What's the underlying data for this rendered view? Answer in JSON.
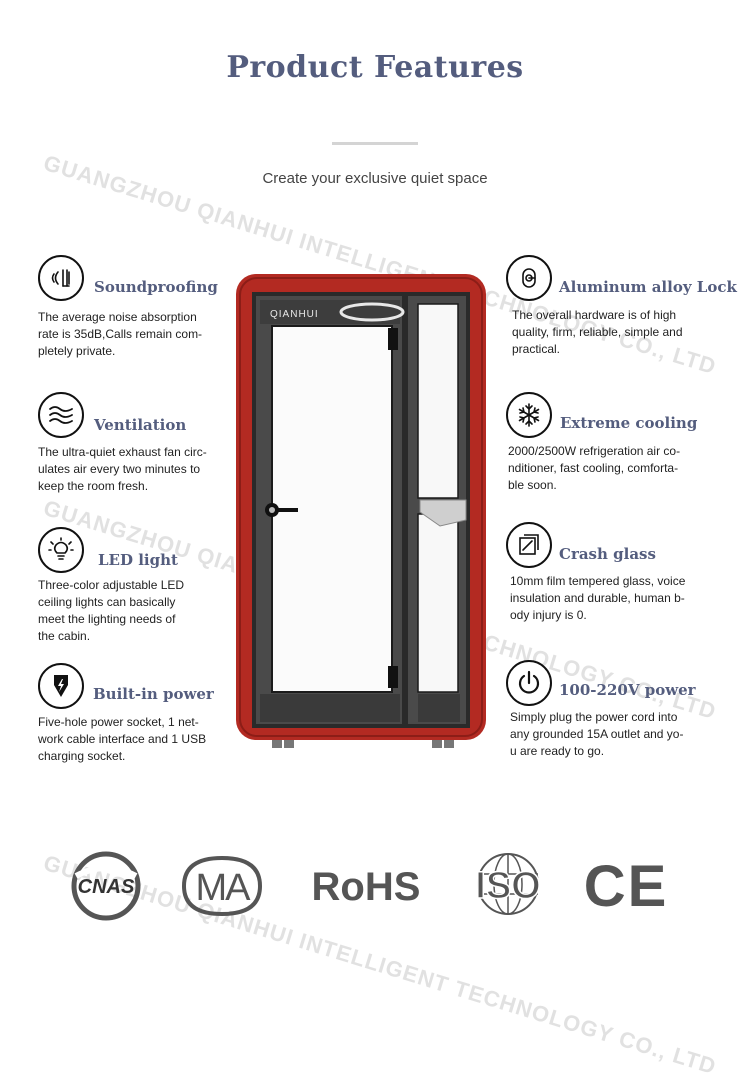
{
  "header": {
    "title": "Product Features",
    "subtitle": "Create your exclusive quiet space"
  },
  "features_left": [
    {
      "name": "Soundproofing",
      "icon": "soundproofing-icon",
      "desc": "The average noise absorption\nrate is 35dB,Calls remain com-\npletely private."
    },
    {
      "name": "Ventilation",
      "icon": "ventilation-icon",
      "desc": "The ultra-quiet exhaust fan circ-\nulates air every two minutes to\nkeep the room fresh."
    },
    {
      "name": "LED light",
      "icon": "led-light-icon",
      "desc": "Three-color adjustable LED\nceiling lights can basically\nmeet the lighting needs of\n the cabin."
    },
    {
      "name": "Built-in power",
      "icon": "power-plug-icon",
      "desc": "Five-hole power socket, 1 net-\nwork cable interface and 1 USB\ncharging socket."
    }
  ],
  "features_right": [
    {
      "name": "Aluminum alloy  Lock",
      "icon": "lock-icon",
      "desc": "The overall hardware is of high\nquality, firm, reliable, simple and\npractical."
    },
    {
      "name": "Extreme cooling",
      "icon": "snowflake-icon",
      "desc": "2000/2500W refrigeration air co-\nnditioner, fast cooling, comforta-\nble soon."
    },
    {
      "name": "Crash glass",
      "icon": "glass-icon",
      "desc": "10mm film tempered glass, voice\ninsulation and durable, human b-\nody injury is 0."
    },
    {
      "name": "100-220V power",
      "icon": "power-button-icon",
      "desc": "Simply plug the power cord into\nany grounded 15A outlet and yo-\nu are ready to go."
    }
  ],
  "booth": {
    "brand": "QIANHUI",
    "frame_color": "#b32a22"
  },
  "certifications": [
    "CNAS",
    "MA",
    "RoHS",
    "ISO",
    "CE"
  ],
  "watermarks": [
    "GUANGZHOU QIANHUI INTELLIGENT TECHNOLOGY CO., LTD",
    "GUANGZHOU QIANHUI INTELLIGENT TECHNOLOGY CO., LTD",
    "GUANGZHOU QIANHUI INTELLIGENT TECHNOLOGY CO., LTD"
  ],
  "colors": {
    "heading": "#545d7e",
    "text": "#222222"
  }
}
